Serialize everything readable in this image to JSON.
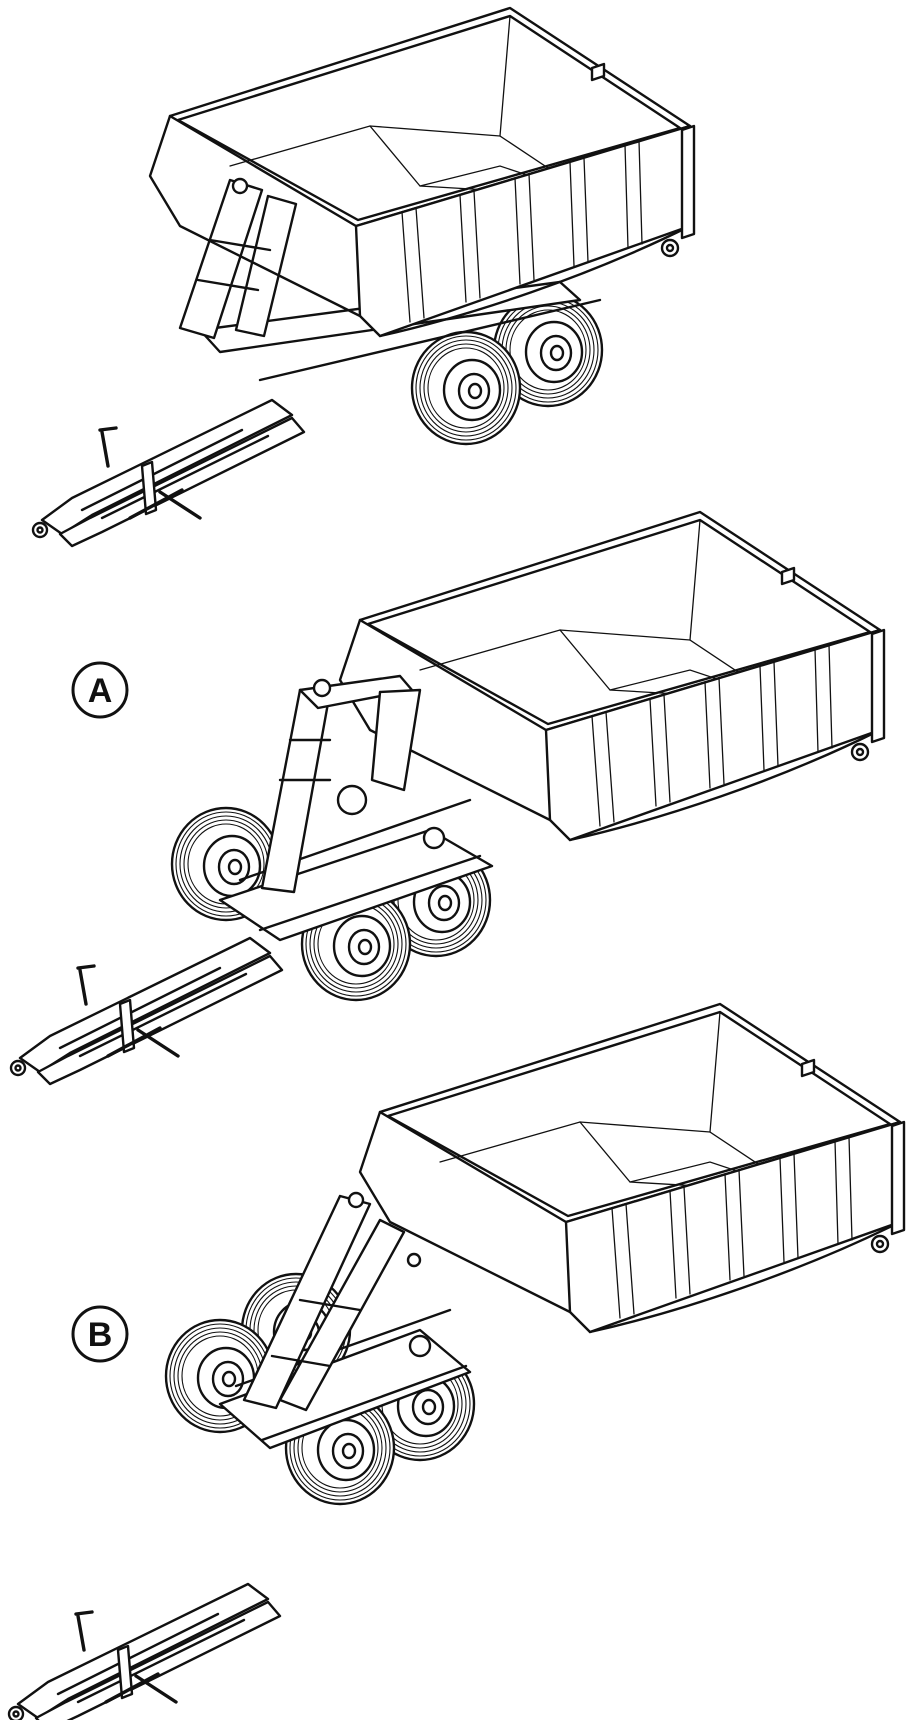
{
  "stages": [
    {
      "id": "top",
      "label": ""
    },
    {
      "id": "A",
      "label": "A"
    },
    {
      "id": "B",
      "label": "B"
    }
  ],
  "colors": {
    "line": "#111111",
    "background": "#ffffff"
  }
}
